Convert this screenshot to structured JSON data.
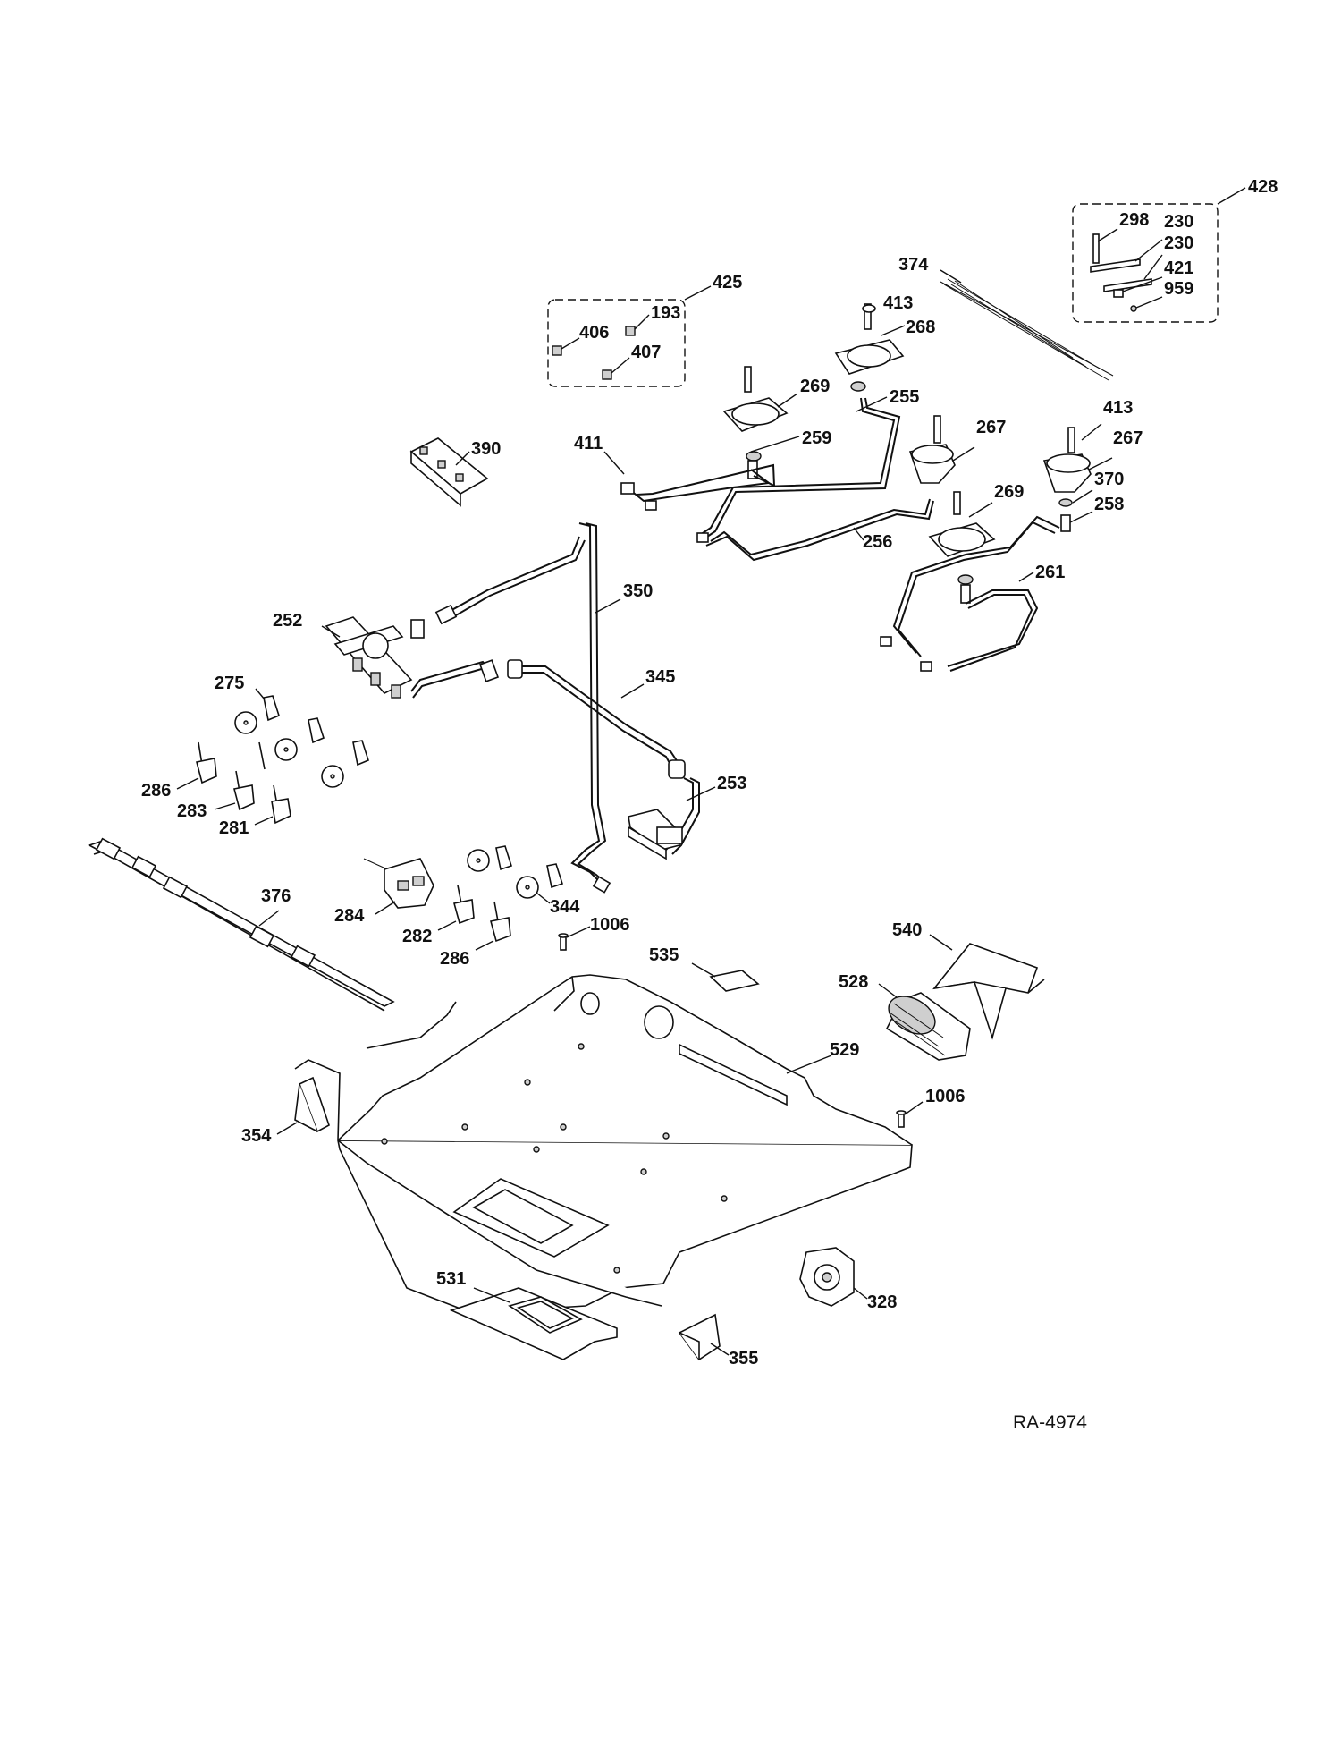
{
  "diagram_code": "RA-4974",
  "callouts": {
    "c428": "428",
    "c298": "298",
    "c230a": "230",
    "c230b": "230",
    "c421": "421",
    "c959": "959",
    "c374": "374",
    "c425": "425",
    "c193": "193",
    "c406": "406",
    "c407": "407",
    "c413a": "413",
    "c268": "268",
    "c269a": "269",
    "c255": "255",
    "c259": "259",
    "c411": "411",
    "c390": "390",
    "c267a": "267",
    "c413b": "413",
    "c267b": "267",
    "c370": "370",
    "c258": "258",
    "c269b": "269",
    "c256": "256",
    "c261": "261",
    "c350": "350",
    "c252": "252",
    "c345": "345",
    "c275": "275",
    "c253": "253",
    "c286a": "286",
    "c283": "283",
    "c281": "281",
    "c376": "376",
    "c284": "284",
    "c344": "344",
    "c282": "282",
    "c286b": "286",
    "c1006a": "1006",
    "c535": "535",
    "c540": "540",
    "c528": "528",
    "c529": "529",
    "c1006b": "1006",
    "c354": "354",
    "c531": "531",
    "c328": "328",
    "c355": "355"
  }
}
